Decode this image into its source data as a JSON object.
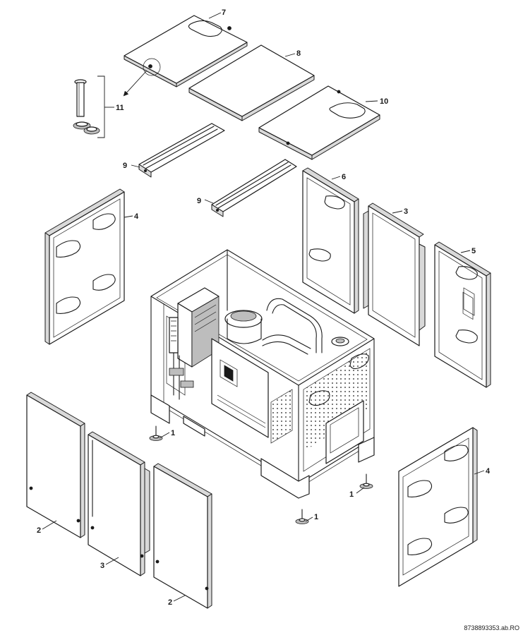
{
  "callouts": {
    "p1a": "1",
    "p1b": "1",
    "p1c": "1",
    "p2a": "2",
    "p2b": "2",
    "p3a": "3",
    "p3b": "3",
    "p4a": "4",
    "p4b": "4",
    "p5": "5",
    "p6": "6",
    "p7": "7",
    "p8": "8",
    "p9a": "9",
    "p9b": "9",
    "p10": "10",
    "p11": "11"
  },
  "reference_code": "8738893353.ab.RO"
}
